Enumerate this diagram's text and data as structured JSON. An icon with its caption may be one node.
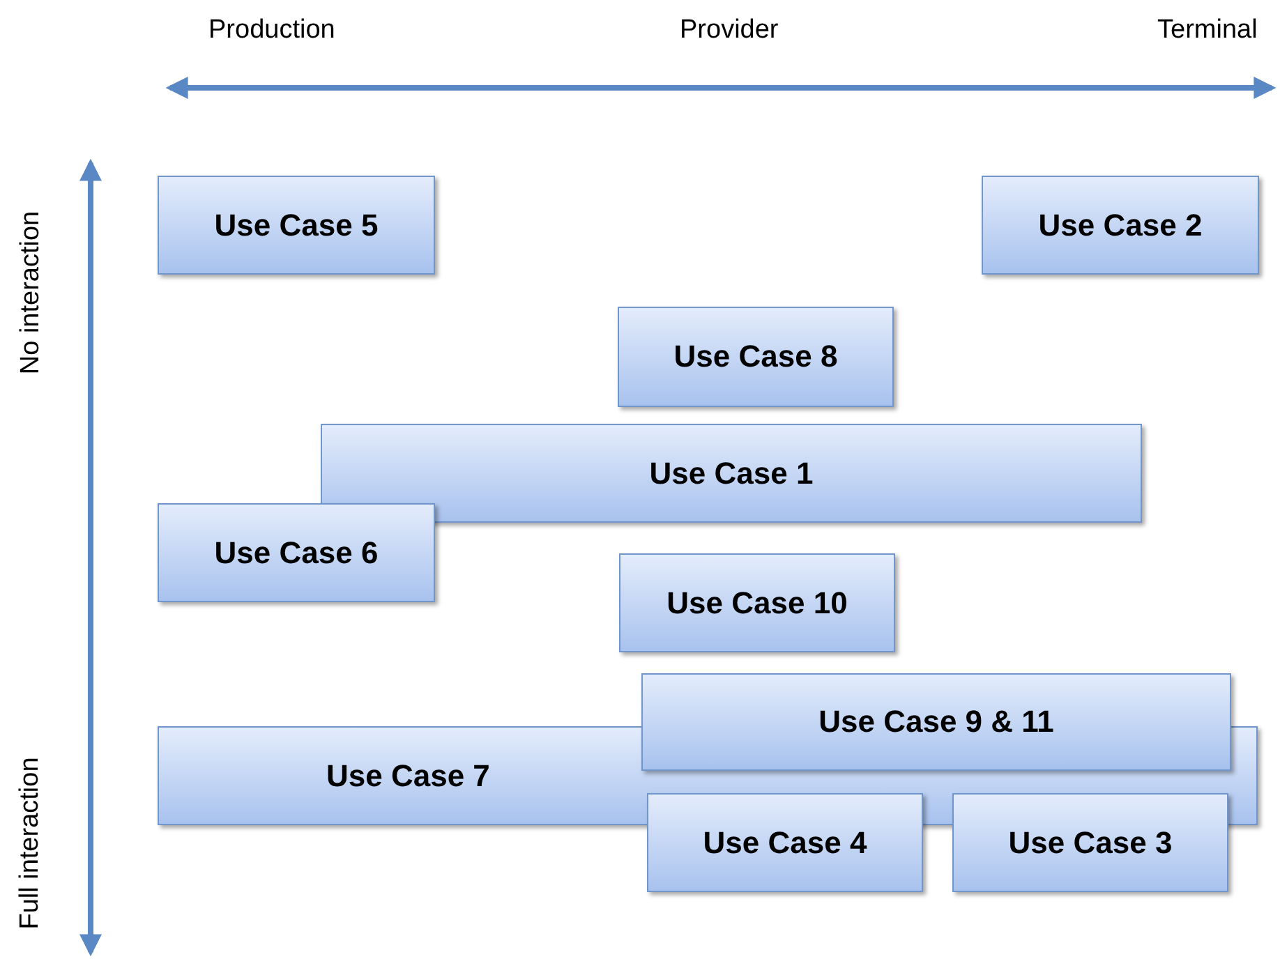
{
  "diagram": {
    "nodes": [
      {
        "text": [
          "Use Case 5"
        ]
      },
      {
        "text": [
          "Use Case 2"
        ]
      },
      {
        "text": [
          "Use Case 8"
        ]
      },
      {
        "text": [
          "Use Case 1"
        ]
      },
      {
        "text": [
          "Use Case 6"
        ]
      },
      {
        "text": [
          "Use Case 10"
        ]
      },
      {
        "text": [
          "Use Case 9 & 11"
        ]
      },
      {
        "text": [
          "Use Case 7"
        ]
      },
      {
        "text": [
          "Use Case 4"
        ]
      },
      {
        "text": [
          "Use Case 3"
        ]
      }
    ],
    "labels": [
      "Production",
      "Provider",
      "Terminal",
      "No interaction",
      "Full interaction"
    ]
  }
}
